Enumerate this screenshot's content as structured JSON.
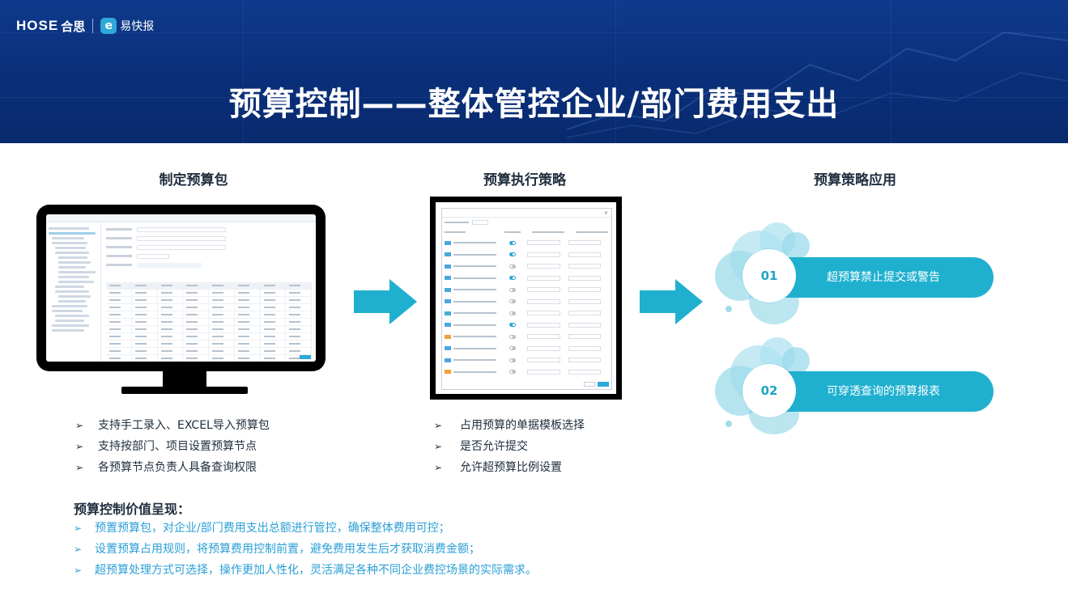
{
  "header": {
    "brand": "HOSE",
    "brand_cn": "合思",
    "sub_brand_icon": "e",
    "sub_brand": "易快报",
    "title": "预算控制——整体管控企业/部门费用支出"
  },
  "columns": [
    {
      "heading": "制定预算包"
    },
    {
      "heading": "预算执行策略"
    },
    {
      "heading": "预算策略应用"
    }
  ],
  "strategies": [
    {
      "number": "01",
      "label": "超预算禁止提交或警告"
    },
    {
      "number": "02",
      "label": "可穿透查询的预算报表"
    }
  ],
  "left_bullets": [
    "支持手工录入、EXCEL导入预算包",
    "支持按部门、项目设置预算节点",
    "各预算节点负责人具备查询权限"
  ],
  "mid_bullets": [
    "占用预算的单据模板选择",
    "是否允许提交",
    "允许超预算比例设置"
  ],
  "value": {
    "heading": "预算控制价值呈现：",
    "items": [
      "预置预算包，对企业/部门费用支出总额进行管控，确保整体费用可控；",
      "设置预算占用规则，将预算费用控制前置，避免费用发生后才获取消费金额；",
      "超预算处理方式可选择，操作更加人性化，灵活满足各种不同企业费控场景的实际需求。"
    ]
  },
  "bullet_glyph": "➢",
  "colors": {
    "banner": "#0a2f79",
    "accent": "#1fb0cf",
    "value_text": "#2a9fd6"
  },
  "icons": [
    "chevron-bullet-icon",
    "right-arrow-icon",
    "monitor-icon"
  ]
}
